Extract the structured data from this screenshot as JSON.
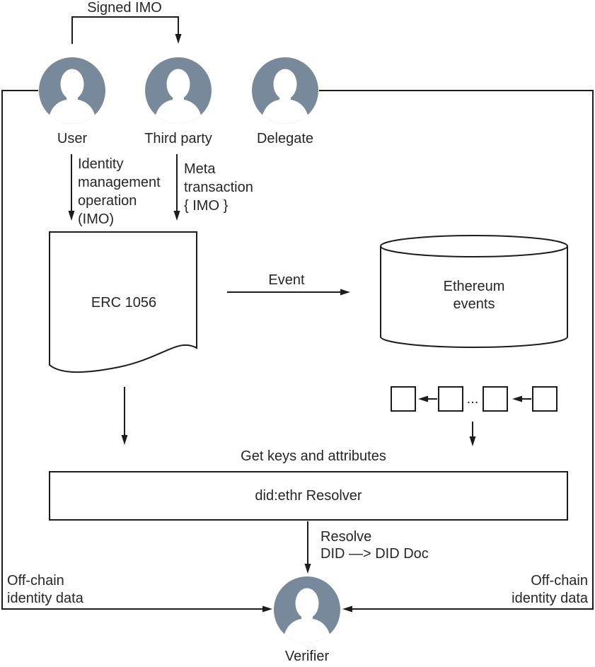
{
  "colors": {
    "avatar": "#77899b",
    "line": "#1c1c1c",
    "text": "#262626"
  },
  "actors": {
    "user": "User",
    "third_party": "Third party",
    "delegate": "Delegate",
    "verifier": "Verifier"
  },
  "nodes": {
    "erc1056": "ERC 1056",
    "ethereum_events": "Ethereum\nevents",
    "resolver": "did:ethr Resolver"
  },
  "flows": {
    "signed_imo": "Signed IMO",
    "identity_management_operation": "Identity\nmanagement\noperation\n(IMO)",
    "meta_transaction": "Meta\ntransaction\n{ IMO }",
    "event": "Event",
    "chain_ellipsis": "...",
    "get_keys_and_attributes": "Get keys and attributes",
    "resolve": "Resolve\nDID —> DID Doc",
    "offchain_left": "Off-chain\nidentity data",
    "offchain_right": "Off-chain\nidentity data"
  }
}
